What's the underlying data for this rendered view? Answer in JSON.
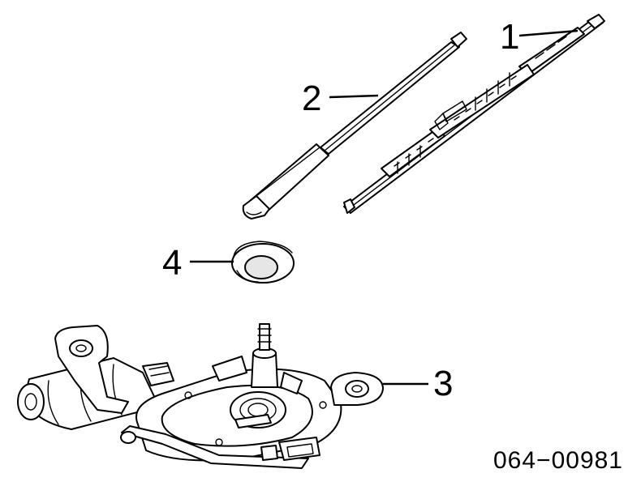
{
  "diagram": {
    "parts": [
      {
        "callout": "1",
        "name": "wiper-blade"
      },
      {
        "callout": "2",
        "name": "wiper-arm"
      },
      {
        "callout": "3",
        "name": "wiper-motor"
      },
      {
        "callout": "4",
        "name": "pivot-cap-seal"
      }
    ],
    "figure_number": "064−00981"
  }
}
